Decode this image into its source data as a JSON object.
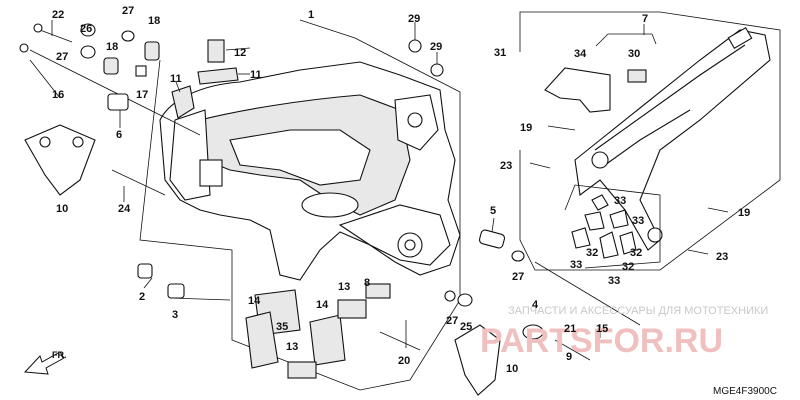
{
  "labels": [
    {
      "id": "p22",
      "text": "22"
    },
    {
      "id": "p27a",
      "text": "27"
    },
    {
      "id": "p18a",
      "text": "18"
    },
    {
      "id": "p26",
      "text": "26"
    },
    {
      "id": "p18b",
      "text": "18"
    },
    {
      "id": "p27b",
      "text": "27"
    },
    {
      "id": "p1",
      "text": "1"
    },
    {
      "id": "p12",
      "text": "12"
    },
    {
      "id": "p11a",
      "text": "11"
    },
    {
      "id": "p11b",
      "text": "11"
    },
    {
      "id": "p17",
      "text": "17"
    },
    {
      "id": "p16",
      "text": "16"
    },
    {
      "id": "p6",
      "text": "6"
    },
    {
      "id": "p10a",
      "text": "10"
    },
    {
      "id": "p24",
      "text": "24"
    },
    {
      "id": "p29a",
      "text": "29"
    },
    {
      "id": "p29b",
      "text": "29"
    },
    {
      "id": "p31",
      "text": "31"
    },
    {
      "id": "p7",
      "text": "7"
    },
    {
      "id": "p34",
      "text": "34"
    },
    {
      "id": "p30",
      "text": "30"
    },
    {
      "id": "p19a",
      "text": "19"
    },
    {
      "id": "p23a",
      "text": "23"
    },
    {
      "id": "p5",
      "text": "5"
    },
    {
      "id": "p27c",
      "text": "27"
    },
    {
      "id": "p33a",
      "text": "33"
    },
    {
      "id": "p33b",
      "text": "33"
    },
    {
      "id": "p32a",
      "text": "32"
    },
    {
      "id": "p32b",
      "text": "32"
    },
    {
      "id": "p33c",
      "text": "33"
    },
    {
      "id": "p32c",
      "text": "32"
    },
    {
      "id": "p33d",
      "text": "33"
    },
    {
      "id": "p19b",
      "text": "19"
    },
    {
      "id": "p23b",
      "text": "23"
    },
    {
      "id": "p2",
      "text": "2"
    },
    {
      "id": "p3",
      "text": "3"
    },
    {
      "id": "p8",
      "text": "8"
    },
    {
      "id": "p13a",
      "text": "13"
    },
    {
      "id": "p14a",
      "text": "14"
    },
    {
      "id": "p14b",
      "text": "14"
    },
    {
      "id": "p35",
      "text": "35"
    },
    {
      "id": "p13b",
      "text": "13"
    },
    {
      "id": "p20",
      "text": "20"
    },
    {
      "id": "p4",
      "text": "4"
    },
    {
      "id": "p27d",
      "text": "27"
    },
    {
      "id": "p25",
      "text": "25"
    },
    {
      "id": "p21",
      "text": "21"
    },
    {
      "id": "p15",
      "text": "15"
    },
    {
      "id": "p9",
      "text": "9"
    },
    {
      "id": "p10b",
      "text": "10"
    }
  ],
  "watermark_text": "ЗАПЧАСТИ И АКСЕССУАРЫ ДЛЯ МОТОТЕХНИКИ",
  "watermark_logo": "PARTSFOR.RU",
  "front_arrow_label": "FR.",
  "diagram_code": "MGE4F3900C"
}
